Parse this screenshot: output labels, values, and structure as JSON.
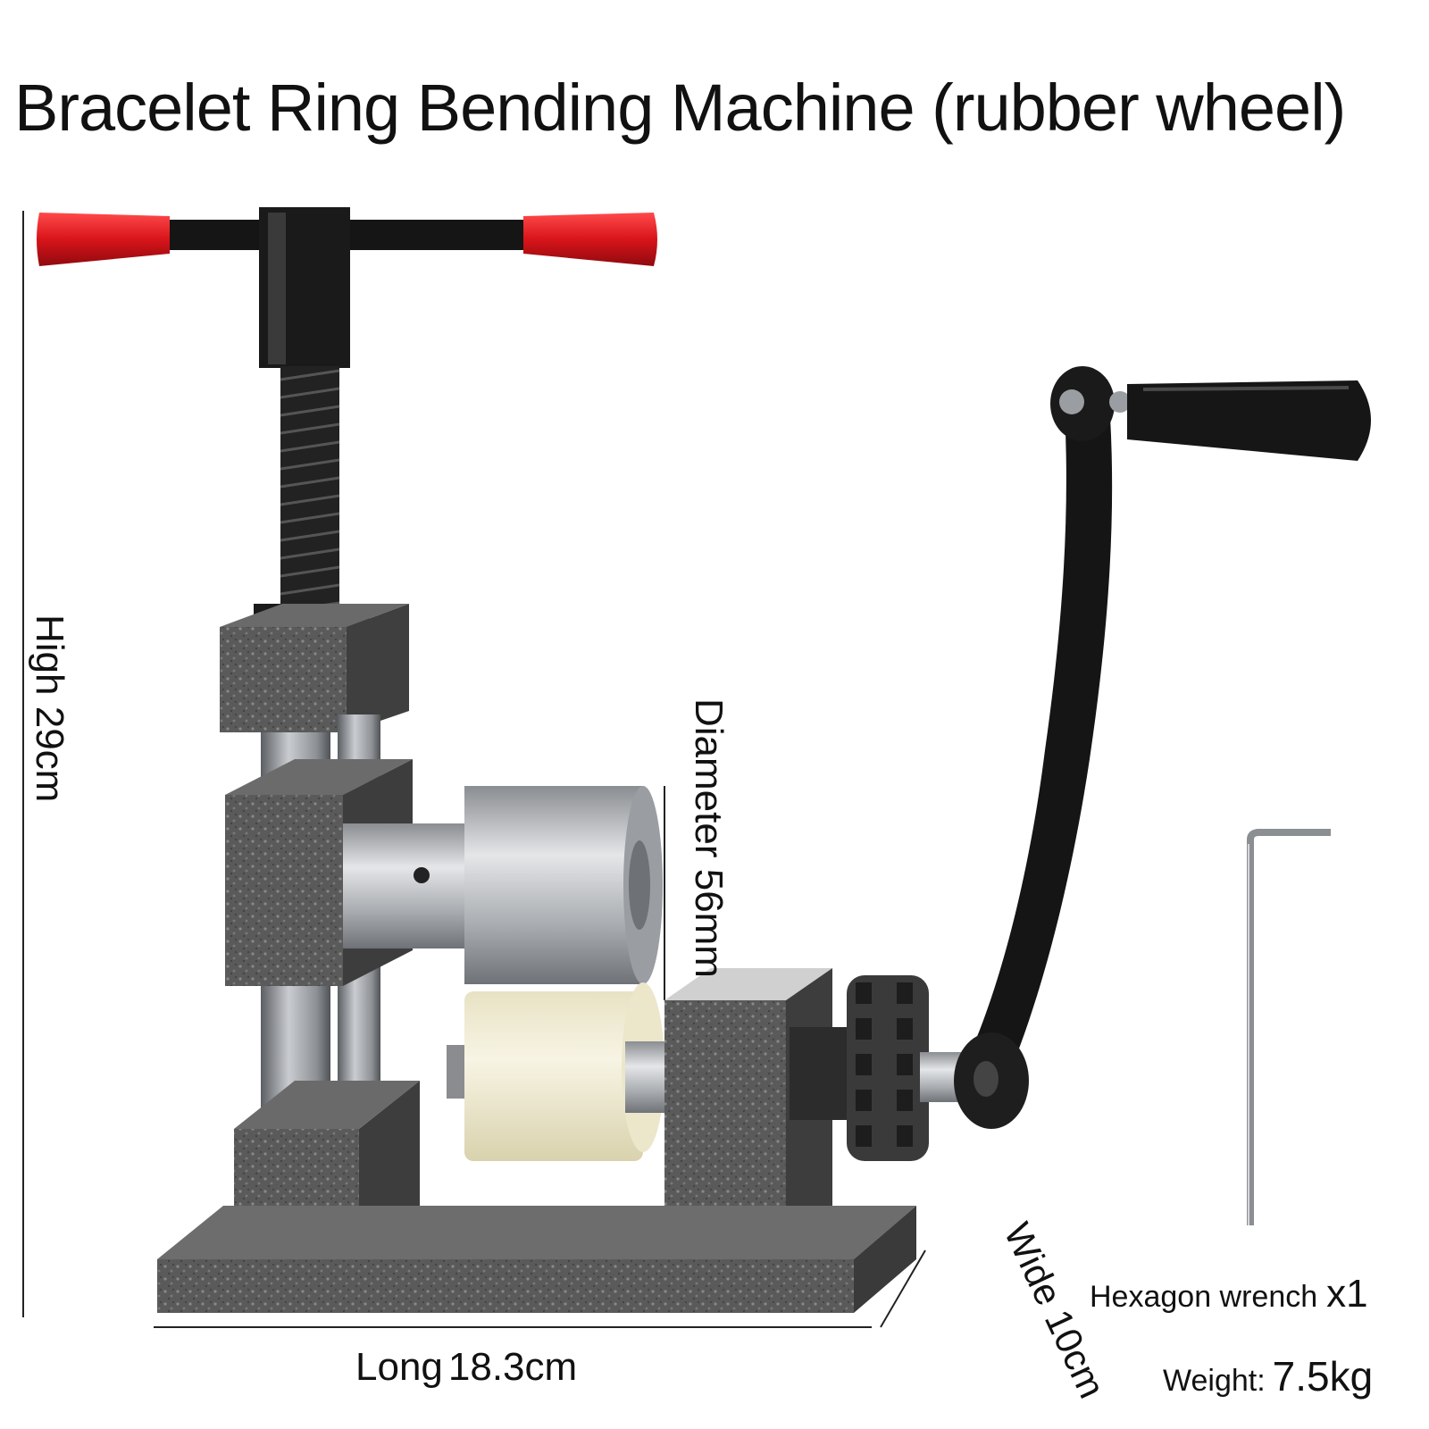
{
  "title": "Bracelet Ring Bending Machine (rubber wheel)",
  "dimensions": {
    "high_label": "High 29cm",
    "diameter_label": "Diameter 56mm",
    "wide_label": "Wide 10cm",
    "long_word": "Long",
    "long_value": "18.3cm"
  },
  "accessory": {
    "name": "Hexagon wrench",
    "quantity": "x1"
  },
  "weight": {
    "label": "Weight:",
    "value": "7.5kg"
  },
  "colors": {
    "handle_grip": "#d8141a",
    "frame": "#555555",
    "steel": "#b9bcc0",
    "rubber_wheel": "#f1edd6",
    "black_parts": "#151515"
  }
}
